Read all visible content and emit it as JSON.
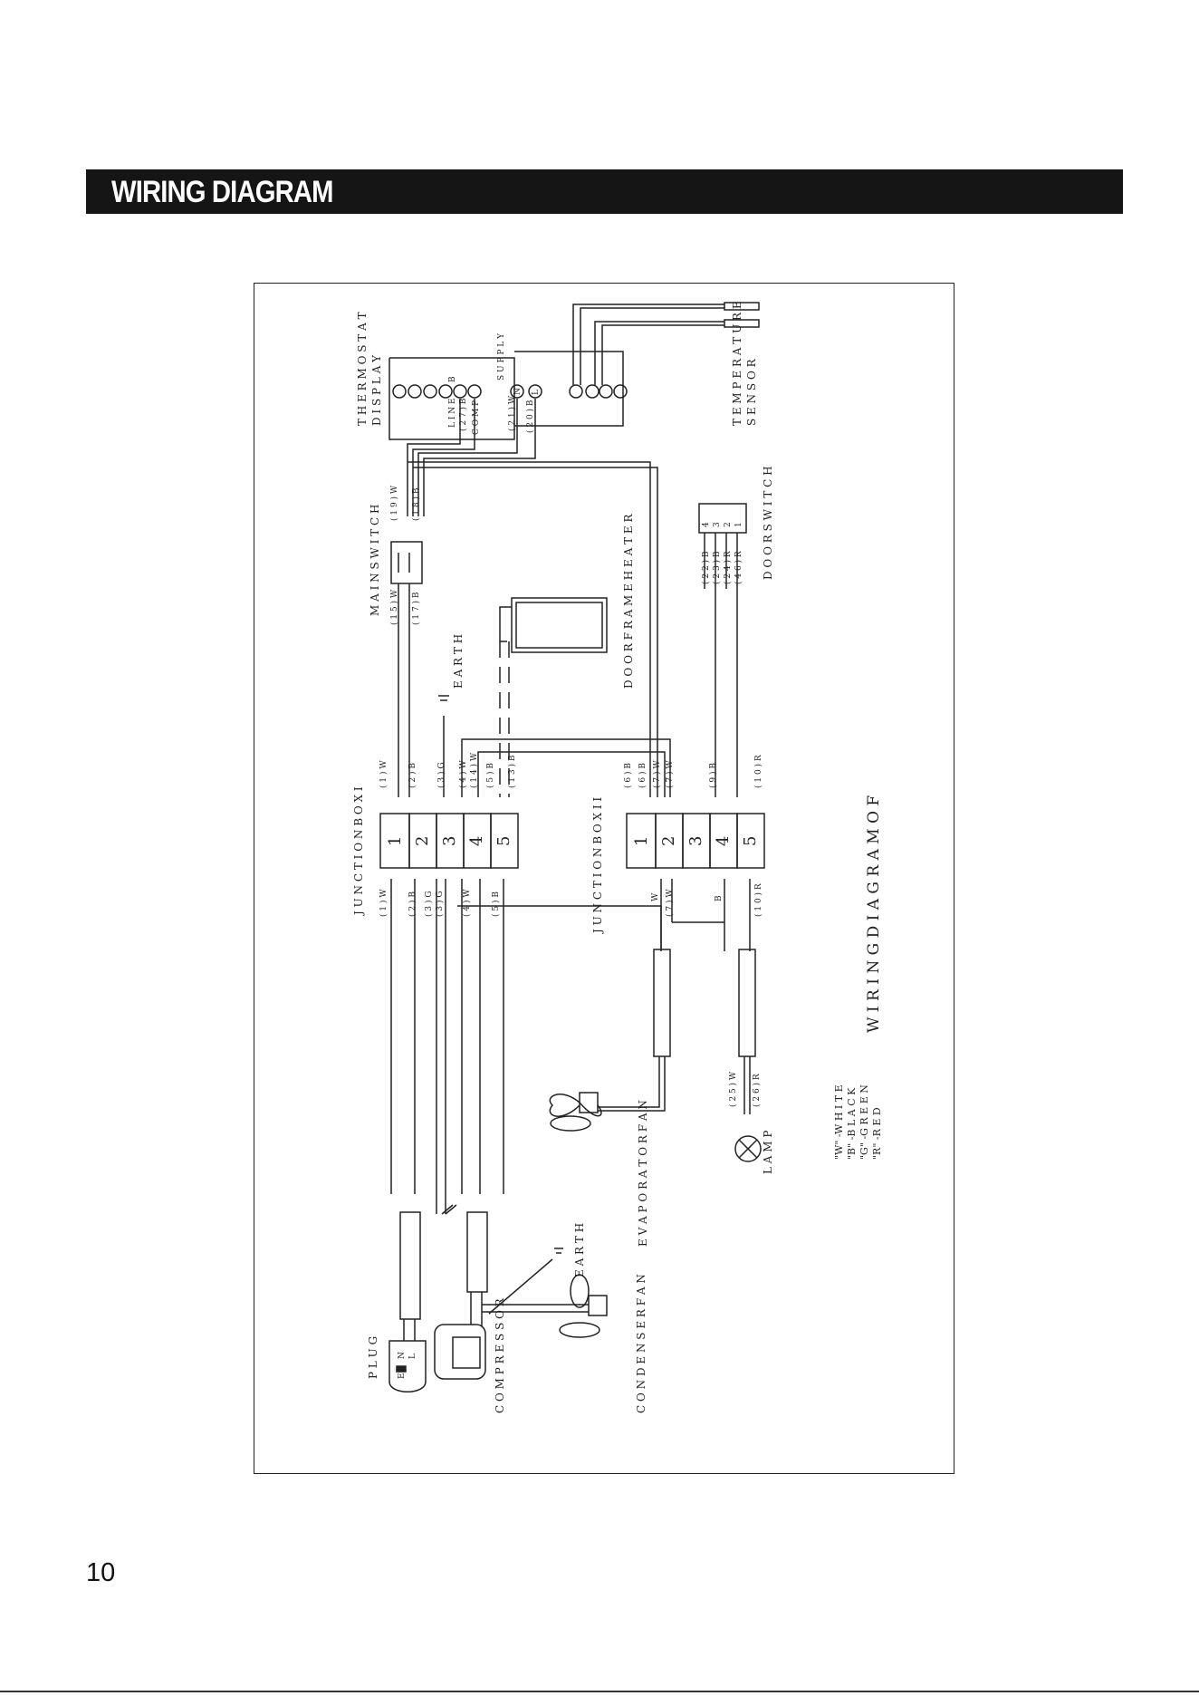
{
  "header": {
    "title": "WIRING DIAGRAM"
  },
  "page": {
    "number": "10"
  },
  "diagram": {
    "title": "W I R I N G   D I A G R A M   O F",
    "components": {
      "thermostat": "T H E R M O S T A T",
      "display": "D I S P L A Y",
      "temperature": "T E M P E R A T U R E",
      "sensor": "S E N S O R",
      "main_switch": "M A I N   S W I T C H",
      "door_switch": "D O O R   S W I T C H",
      "door_frame_heater": "D O O R   F R A M E   H E A T E R",
      "earth_top": "E A R T H",
      "earth_bottom": "E A R T H",
      "junction_box_1": "J U N C T I O N   B O X   I",
      "junction_box_2": "J U N C T I O N   B O X   I I",
      "evaporator_fan": "E V A P O R A T O R   F A N",
      "condenser_fan": "C O N D E N S E R   F A N",
      "compressor": "C O M P R E S S O R",
      "plug": "P L U G",
      "lamp": "L A M P"
    },
    "thermostat_terminals": {
      "line": "L I N E",
      "comp": "C O M P",
      "supply": "S U P P L Y",
      "line_wire": "( 2 7 ) B",
      "w_wire": "( 2 1 ) W",
      "b_wire": "( 2 0 ) B",
      "b_letter": "B",
      "n_letter": "N",
      "l_letter": "L"
    },
    "main_switch_wires": {
      "top_w": "( 1 9 ) W",
      "top_b": "( 1 8 ) B",
      "bottom_w": "( 1 5 ) W",
      "bottom_b": "( 1 7 ) B"
    },
    "door_switch_wires": [
      "( 2 2 ) B",
      "( 2 3 ) B",
      "( 2 4 ) R",
      "( 4 6 ) R"
    ],
    "door_switch_pins": [
      "4",
      "3",
      "2",
      "1"
    ],
    "jb1_numbers": [
      "1",
      "2",
      "3",
      "4",
      "5"
    ],
    "jb1_top_wires": [
      "( 1 ) W",
      "( 2 ) B",
      "( 3 ) G",
      "( 4 ) W",
      "( 1 4 ) W",
      "( 5 ) B",
      "( 1 3 ) B"
    ],
    "jb1_bottom_wires": [
      "( 1 ) W",
      "( 2 ) B",
      "( 3 ) G",
      "( 3 ) G",
      "( 4 ) W",
      "( 5 ) B"
    ],
    "jb2_numbers": [
      "1",
      "2",
      "3",
      "4",
      "5"
    ],
    "jb2_top_wires": [
      "( 6 ) B",
      "( 6 ) B",
      "( 7 ) W",
      "( 7 ) W",
      "( 9 ) B",
      "( 1 0 ) R"
    ],
    "jb2_bottom_wires": [
      "W",
      "( 7 ) W",
      "B",
      "( 1 0 ) R"
    ],
    "lamp_wires": [
      "( 2 5 ) W",
      "( 2 6 ) R"
    ],
    "plug_letters": [
      "N",
      "L",
      "E"
    ],
    "color_legend": [
      "\"W\" -W H I T E",
      "\"B\" -B L A C K",
      "\"G\" -G R E E N",
      "\"R\" -R E D"
    ]
  }
}
